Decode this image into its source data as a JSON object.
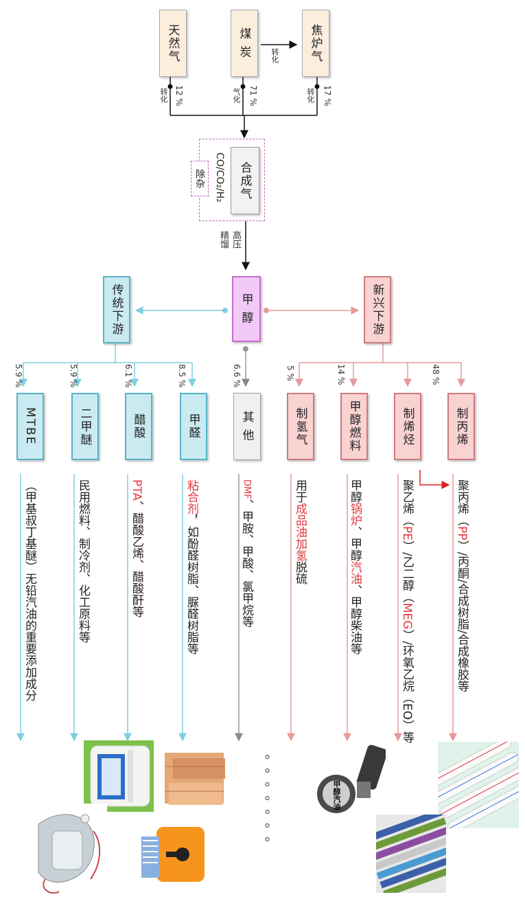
{
  "sources": {
    "natural_gas": "天然气",
    "coal": "煤 炭",
    "coke_gas": "焦炉气",
    "conversion": "转化",
    "natural_gas_process": "转化",
    "natural_gas_pct": "12 %",
    "coal_process": "气化",
    "coal_pct": "71 %",
    "coke_gas_process": "转化",
    "coke_gas_pct": "17 %"
  },
  "syngas": {
    "label": "合成气",
    "formula": "CO/CO₂/H₂",
    "impurity": "除杂",
    "process_1": "高压",
    "process_2": "精馏"
  },
  "methanol": {
    "label": "甲 醇"
  },
  "traditional": {
    "label": "传统下游",
    "items": [
      {
        "label": "MTBE",
        "pct": "5.9 %",
        "desc": "（甲基叔丁基醚）无铅汽油的重要添加成分"
      },
      {
        "label": "二甲醚",
        "pct": "5.9 %",
        "desc": "民用燃料、制冷剂、化工原料等"
      },
      {
        "label": "醋酸",
        "pct": "6.1 %",
        "desc_red": "PTA",
        "desc": "、醋酸乙烯、醋酸酐等"
      },
      {
        "label": "甲醛",
        "pct": "8.5 %",
        "desc_red": "粘合剂",
        "desc": "，如酚醛树脂、脲醛树脂等"
      }
    ]
  },
  "other": {
    "label": "其 他",
    "pct": "6.6 %",
    "desc_red": "DMF",
    "desc": "、甲胺、甲酸、氯甲烷等"
  },
  "emerging": {
    "label": "新兴下游",
    "items": [
      {
        "label": "制氢气",
        "pct": "5 %",
        "desc_a": "用于",
        "desc_red": "成品油加氢",
        "desc_b": "脱硫"
      },
      {
        "label": "甲醇燃料",
        "pct": "14 %",
        "desc_a": "甲醇",
        "desc_red": "锅炉",
        "desc_b": "、甲醇",
        "desc_red2": "汽油",
        "desc_c": "、甲醇柴油等"
      },
      {
        "label": "制烯烃",
        "pct": "",
        "desc_a": "聚乙烯（",
        "desc_red": "PE",
        "desc_b": "）/乙二醇（",
        "desc_red2": "MEG",
        "desc_c": "）/环氧乙烷（EO）等"
      },
      {
        "label": "制丙烯",
        "pct": "48 %",
        "desc_a": "聚丙烯（",
        "desc_red": "PP",
        "desc_b": "）/丙酮/合成树脂/合成橡胶等"
      }
    ]
  },
  "dots": "。。。。。。。",
  "pic_label": "甲醇汽油"
}
